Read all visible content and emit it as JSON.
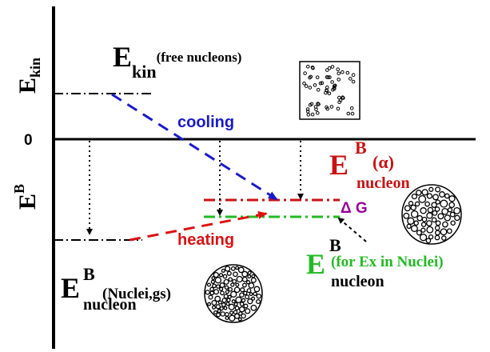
{
  "axis": {
    "kin_label_main": "E",
    "kin_label_sub": "kin",
    "binding_label_main": "E",
    "binding_label_sup": "B",
    "zero_label": "0"
  },
  "labels": {
    "ekin_free_main": "E",
    "ekin_free_sub": "kin",
    "ekin_free_paren": "(free nucleons)",
    "cooling": "cooling",
    "heating": "heating",
    "alpha_main": "E",
    "alpha_sup": "B",
    "alpha_sub": "nucleon",
    "alpha_paren": "(α)",
    "delta_g": "Δ G",
    "ex_main": "E",
    "ex_sup": "B",
    "ex_sub": "nucleon",
    "ex_paren": "(for Ex in Nuclei)",
    "gs_main": "E",
    "gs_sup": "B",
    "gs_sub": "nucleon",
    "gs_paren": "(Nuclei,gs)"
  },
  "colors": {
    "black": "#000000",
    "cooling": "#1a1acc",
    "heating": "#dd1111",
    "alpha": "#cc1111",
    "ex": "#22bb22",
    "delta_g": "#990099"
  }
}
